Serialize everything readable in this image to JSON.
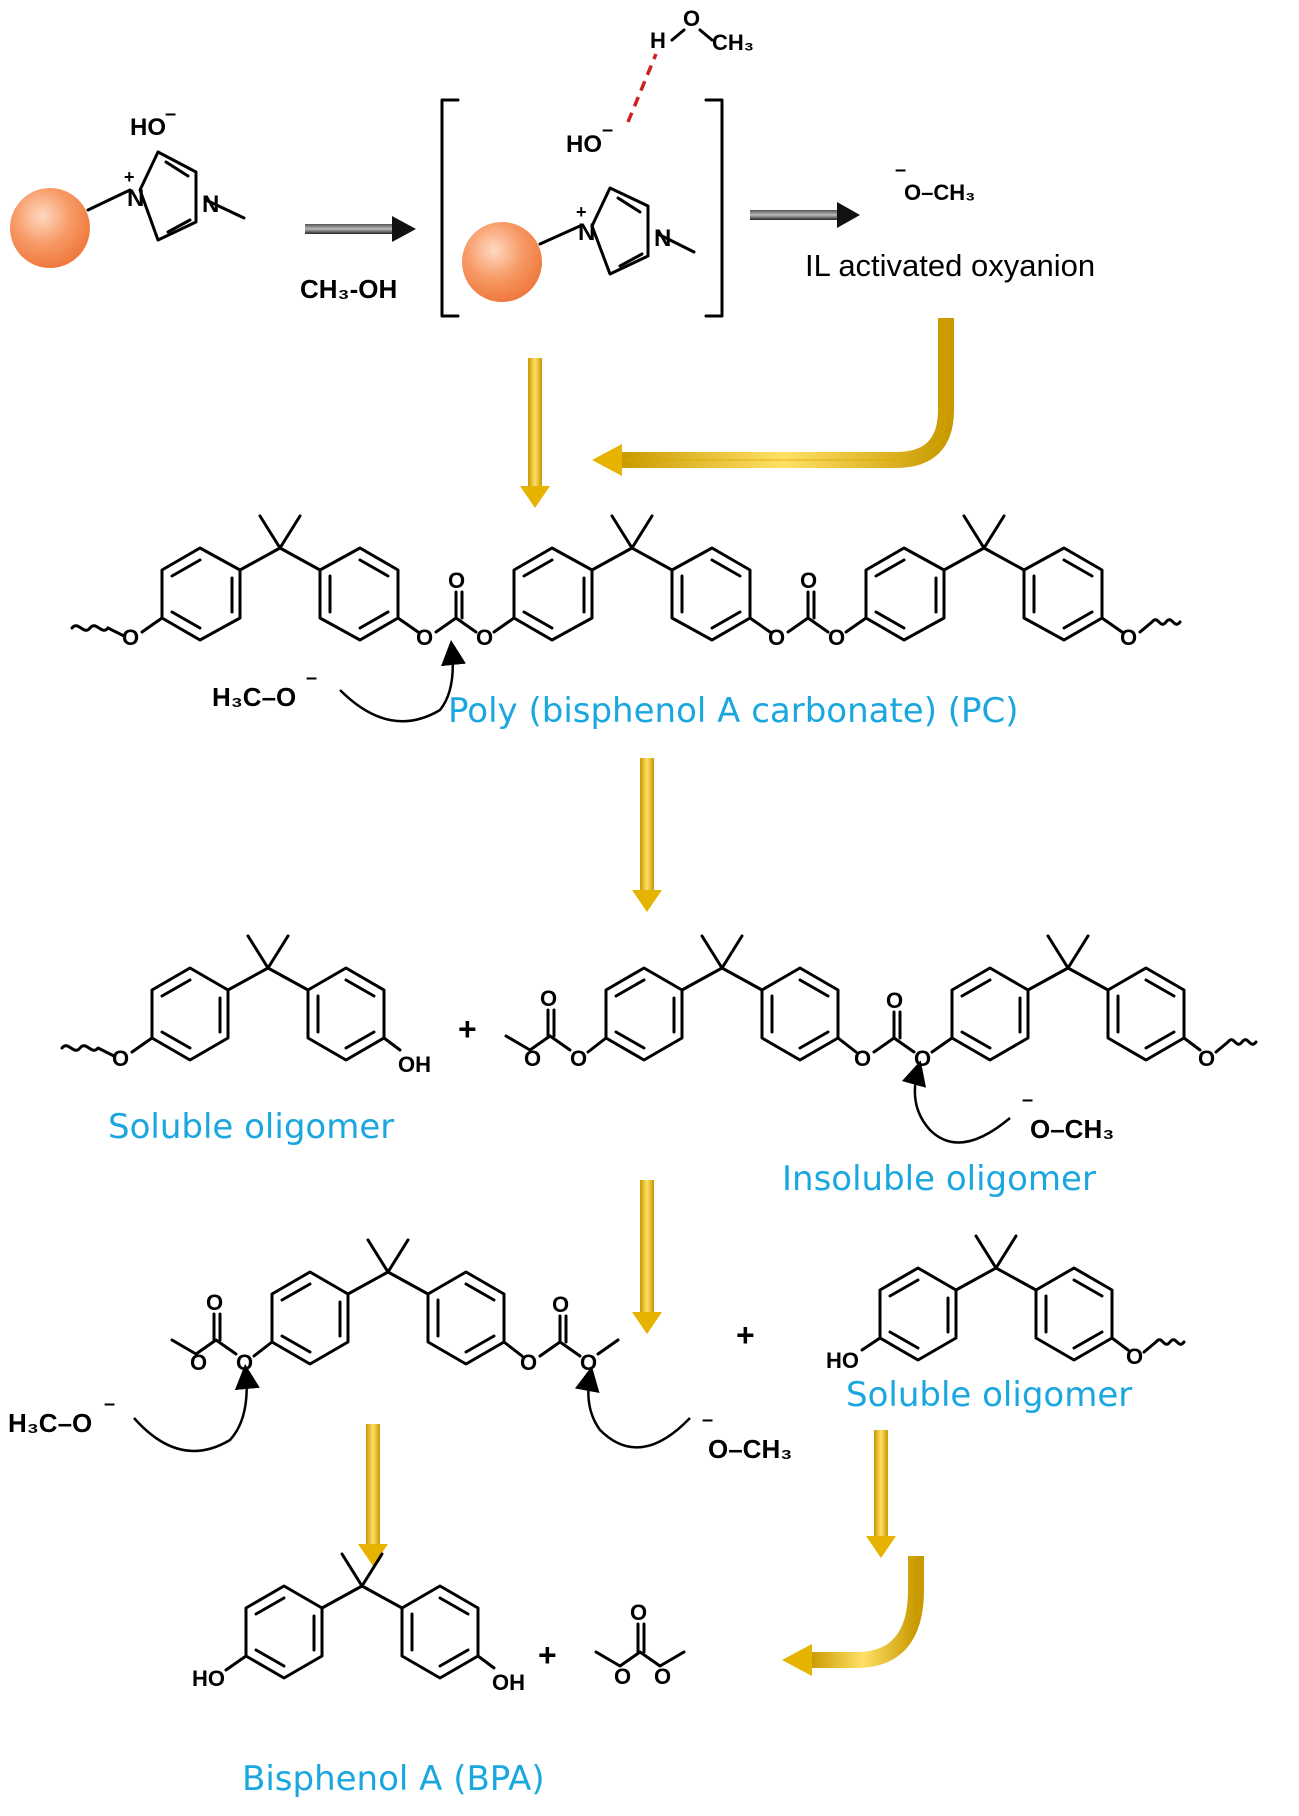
{
  "diagram": {
    "reagent": "CH₃-OH",
    "hydroxide": "HO",
    "charge_minus": "–",
    "charge_plus": "+",
    "ring_N": "N",
    "hbond_H": "H",
    "hbond_O": "O",
    "hbond_CH3": "CH₃",
    "oxyanion_formula": "O–CH₃",
    "oxyanion_label": "IL activated oxyanion",
    "methoxide_left": "H₃C–O",
    "methoxide_right": "O–CH₃",
    "atom_O": "O",
    "OH": "OH",
    "HO": "HO",
    "plus": "+",
    "polymer_label": "Poly (bisphenol A carbonate) (PC)",
    "soluble_oligomer": "Soluble oligomer",
    "insoluble_oligomer": "Insoluble oligomer",
    "bpa_label": "Bisphenol A (BPA)"
  },
  "colors": {
    "caption": "#1aa7e0",
    "arrow_gold": "#f2c200",
    "bead": "#f59060",
    "hbond": "#cc2222"
  }
}
